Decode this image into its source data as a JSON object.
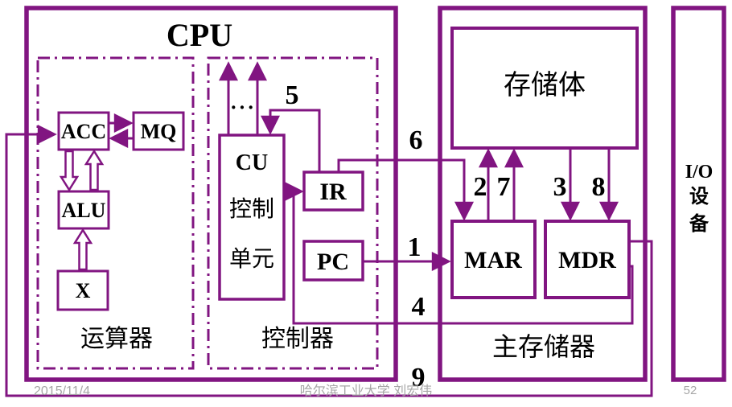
{
  "colors": {
    "accent": "#811581",
    "label_text": "#000000",
    "footer_text": "#a6a6a6",
    "background": "#ffffff"
  },
  "cpu": {
    "title": "CPU",
    "datapath_label": "运算器",
    "control_label": "控制器",
    "registers": {
      "acc": "ACC",
      "mq": "MQ",
      "alu": "ALU",
      "x": "X"
    },
    "cu": {
      "line1": "CU",
      "line2": "控制",
      "line3": "单元"
    },
    "ir": "IR",
    "pc": "PC",
    "ellipsis": "···"
  },
  "memory": {
    "label": "主存储器",
    "bank": "存储体",
    "mar": "MAR",
    "mdr": "MDR"
  },
  "io": {
    "line1": "I/O",
    "line2": "设",
    "line3": "备"
  },
  "steps": {
    "1": "1",
    "2": "2",
    "3": "3",
    "4": "4",
    "5": "5",
    "6": "6",
    "7": "7",
    "8": "8",
    "9": "9"
  },
  "footer": {
    "date": "2015/11/4",
    "affiliation": "哈尔滨工业大学  刘宏伟",
    "page": "52"
  }
}
